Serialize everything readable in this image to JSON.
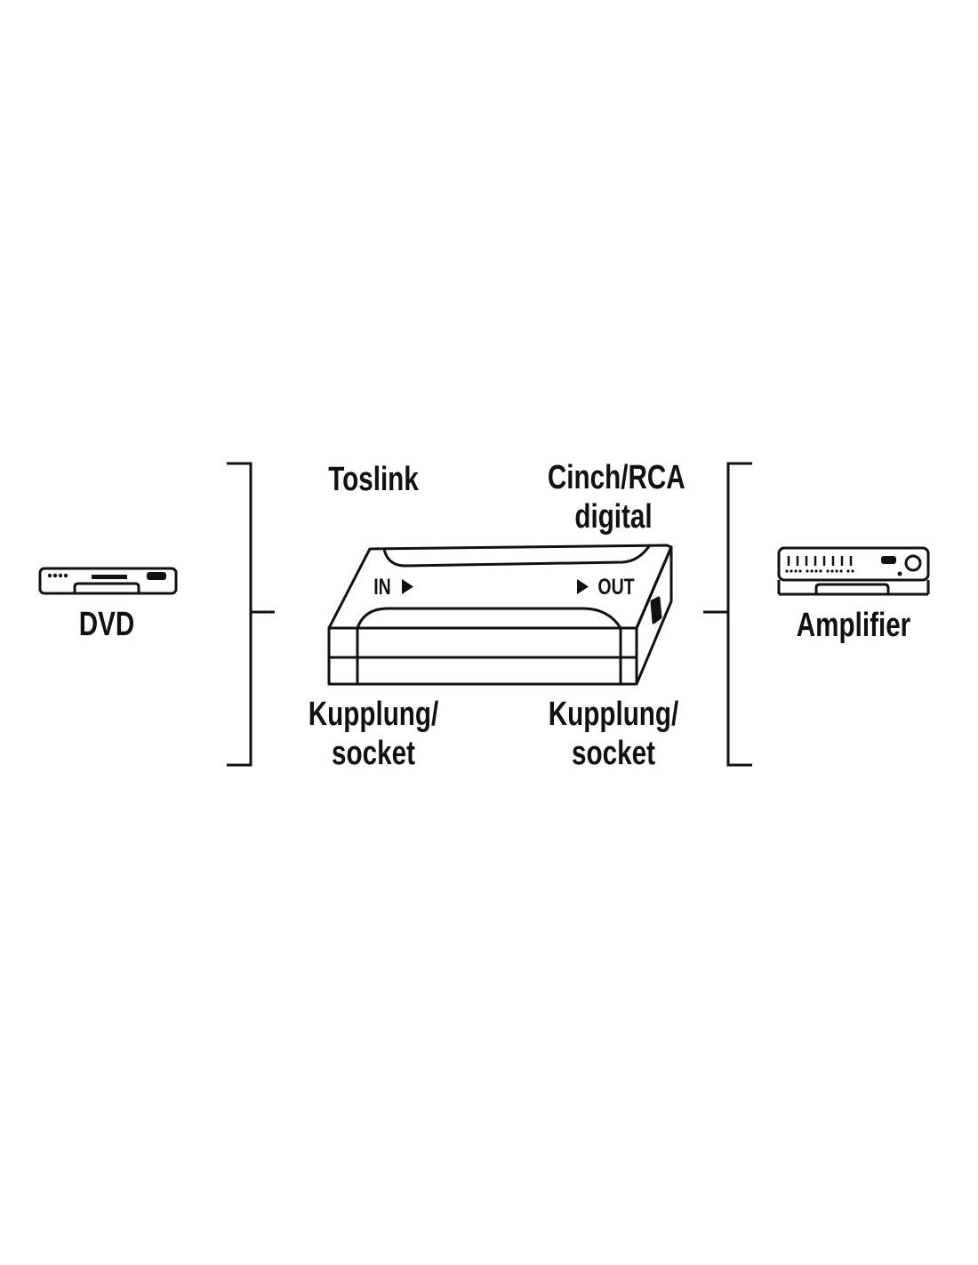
{
  "labels": {
    "source_device": "DVD",
    "target_device": "Amplifier",
    "input_connector": "Toslink",
    "output_connector_line1": "Cinch/RCA",
    "output_connector_line2": "digital",
    "input_socket_line1": "Kupplung/",
    "input_socket_line2": "socket",
    "output_socket_line1": "Kupplung/",
    "output_socket_line2": "socket",
    "in_marker": "IN",
    "out_marker": "OUT"
  },
  "icons": {
    "source": "dvd-player-icon",
    "target": "amplifier-icon",
    "adapter": "adapter-box-icon",
    "in_arrow": "triangle-right-icon",
    "out_arrow": "triangle-right-icon"
  },
  "colors": {
    "line": "#111111",
    "background": "#ffffff"
  }
}
